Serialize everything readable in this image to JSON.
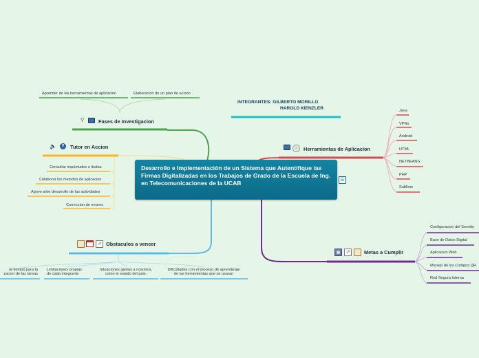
{
  "central": {
    "title": "Desarrollo e Implementación de un Sistema que Autentifique las Firmas Digitalizadas en los Trabajos de Grado de la Escuela de Ing. en Telecomunicaciones de la UCAB"
  },
  "integrantes": {
    "line1": "INTEGRANTES: GILBERTO MORILLO",
    "line2": "HAROLD KIENZLER"
  },
  "branches": {
    "fases": {
      "title": "Fases de Investigacion",
      "children": [
        "Aprender de las herramientas de aplicacion",
        "Elaboracion de un plan de accion"
      ]
    },
    "tutor": {
      "title": "Tutor en Accion",
      "children": [
        "Consultar inquietudes o dudas",
        "Colaborar los metodos de aplicacion",
        "Apoyo ante desarrollo de las actividades",
        "Correccion de errores"
      ]
    },
    "obstaculos": {
      "title": "Obstaculos a vencer",
      "children": [
        [
          "or tiempo para la",
          "zacion de las tareas"
        ],
        [
          "Limitaciones propias",
          "de cada integrante"
        ],
        [
          "Situaciones ajenas a nosotros,",
          "como el estado del pais."
        ],
        [
          "Dificultades con el proceso de aprendizaje",
          "de las herramientas que se usaran"
        ]
      ]
    },
    "herramientas": {
      "title": "Herramientas de Aplicacion",
      "children": [
        "Java",
        "VPNs",
        "Android",
        "HTML",
        "NETBEANS",
        "PHP",
        "Sublime"
      ]
    },
    "metas": {
      "title": "Metas a Cumplir",
      "children": [
        "Configuracion del Servido",
        "Base de Datos Digital",
        "Aplicacion Web",
        "Manejo de los Codigos QR",
        "Red Segura Interna"
      ]
    }
  },
  "colors": {
    "background": "#e5f6e9",
    "central": "#0f7693",
    "fases": "#4ca24c",
    "tutor": "#f5b52c",
    "obstaculos": "#5fb9e6",
    "herramientas": "#e0474b",
    "metas": "#6a2d8c",
    "integrantes": "#20bfc4"
  },
  "icons": {
    "fases": [
      "magnifier-icon",
      "monitor-icon"
    ],
    "tutor": [
      "speaker-icon",
      "help-icon"
    ],
    "obstaculos": [
      "clipboard-icon",
      "calendar-icon",
      "chart-icon"
    ],
    "herramientas": [
      "monitor-icon",
      "globe-icon"
    ],
    "metas": [
      "calculator-icon",
      "chart-icon",
      "clipboard-icon"
    ],
    "central": "note-icon"
  }
}
